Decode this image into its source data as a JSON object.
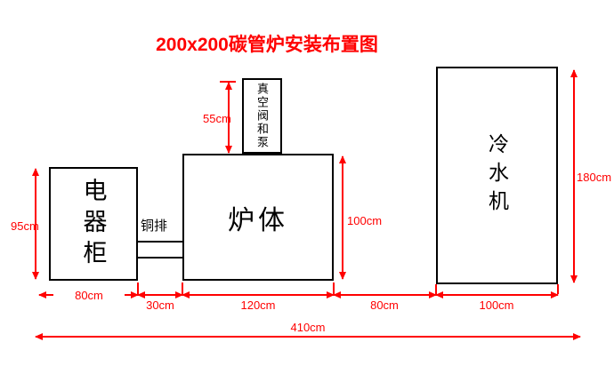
{
  "title": "200x200碳管炉安装布置图",
  "boxes": {
    "cabinet": {
      "label": "电器柜"
    },
    "furnace": {
      "label": "炉体"
    },
    "pump": {
      "label": "真空阀和泵"
    },
    "chiller": {
      "label": "冷水机"
    },
    "copper_bar": {
      "label": "铜排"
    }
  },
  "dimensions": {
    "cabinet_height": "95cm",
    "pump_height": "55cm",
    "furnace_height": "100cm",
    "chiller_height": "180cm",
    "cabinet_width": "80cm",
    "gap_cabinet_furnace": "30cm",
    "furnace_width": "120cm",
    "gap_furnace_chiller": "80cm",
    "chiller_width": "100cm",
    "total_width": "410cm"
  },
  "colors": {
    "dimension": "#ff0000",
    "outline": "#000000",
    "background": "#ffffff"
  }
}
